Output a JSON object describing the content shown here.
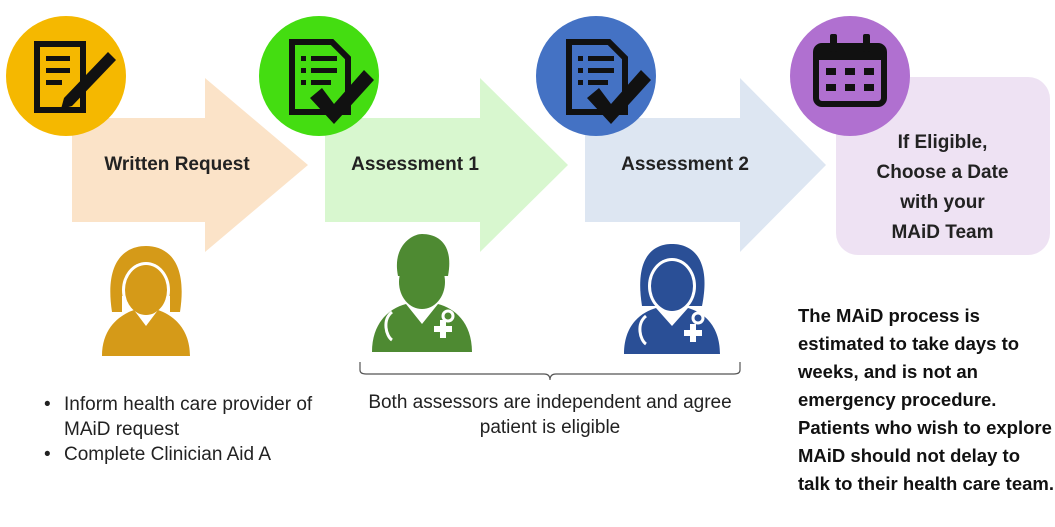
{
  "steps": [
    {
      "label": "Written Request",
      "icon": "pen-document-icon",
      "circle_color": "#f5b800",
      "arrow_color": "#fbe3c8"
    },
    {
      "label": "Assessment 1",
      "icon": "checked-document-icon",
      "circle_color": "#44dd11",
      "arrow_color": "#d8f7cf"
    },
    {
      "label": "Assessment 2",
      "icon": "checked-document-icon",
      "circle_color": "#4472c4",
      "arrow_color": "#dde6f2"
    },
    {
      "label_lines": [
        "If Eligible,",
        "Choose a Date",
        "with your",
        "MAiD Team"
      ],
      "icon": "calendar-icon",
      "circle_color": "#b070d0",
      "box_color": "#eee2f3"
    }
  ],
  "people": [
    {
      "icon": "female-patient-icon",
      "color": "#d59a18"
    },
    {
      "icon": "male-doctor-icon",
      "color": "#4e8a32"
    },
    {
      "icon": "female-doctor-icon",
      "color": "#2a4f96"
    }
  ],
  "bullets": [
    "Inform health care provider of MAiD request",
    "Complete Clinician Aid A"
  ],
  "assessors_note": "Both assessors are independent and agree patient is eligible",
  "process_note": "The MAiD process is estimated to take days to weeks, and is not an emergency procedure. Patients who wish to explore MAiD should not delay to talk to their health care team."
}
